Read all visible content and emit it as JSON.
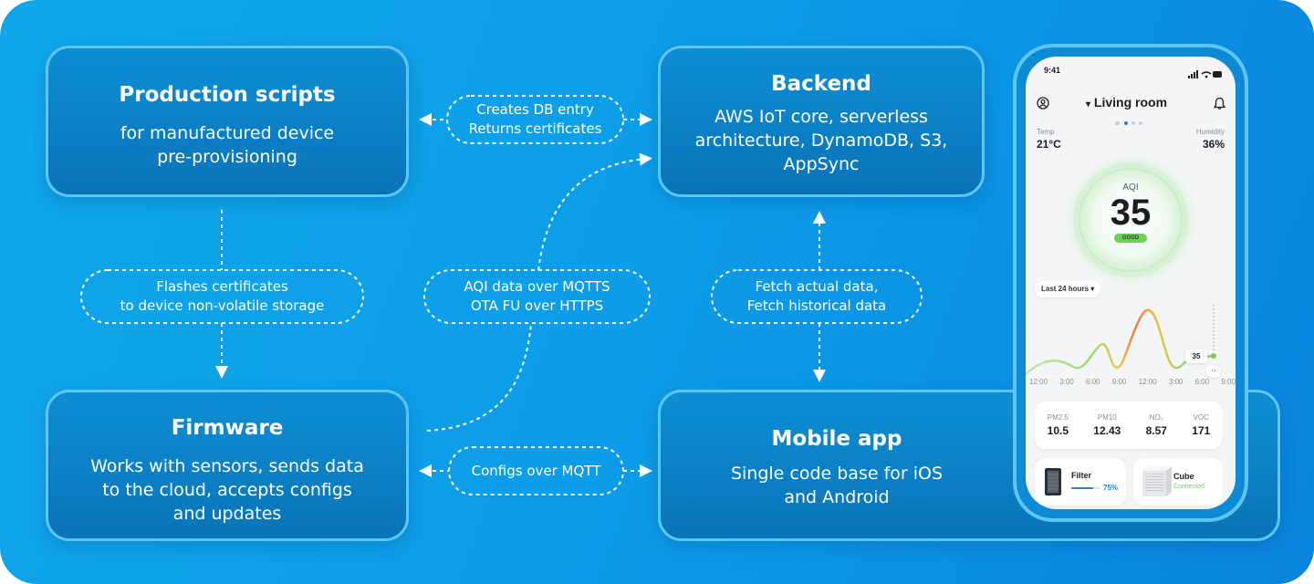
{
  "boxes": {
    "production": {
      "title": "Production scripts",
      "line1": "for manufactured device",
      "line2": "pre-provisioning"
    },
    "backend": {
      "title": "Backend",
      "line1": "AWS IoT core, serverless",
      "line2": "architecture, DynamoDB, S3,",
      "line3": "AppSync"
    },
    "firmware": {
      "title": "Firmware",
      "line1": "Works with sensors, sends data",
      "line2": "to the cloud, accepts configs",
      "line3": "and updates"
    },
    "mobile": {
      "title": "Mobile app",
      "line1": "Single code base for iOS",
      "line2": "and Android"
    }
  },
  "links": {
    "db": {
      "line1": "Creates DB entry",
      "line2": "Returns certificates"
    },
    "flash": {
      "line1": "Flashes certificates",
      "line2": "to device non-volatile storage"
    },
    "aqi": {
      "line1": "AQI data over MQTTS",
      "line2": "OTA FU over HTTPS"
    },
    "fetch": {
      "line1": "Fetch actual data,",
      "line2": "Fetch historical data"
    },
    "configs": {
      "line1": "Configs over MQTT"
    }
  },
  "phone": {
    "time": "9:41",
    "room": "Living room",
    "temp_label": "Temp",
    "temp_value": "21°C",
    "humidity_label": "Humidity",
    "humidity_value": "36%",
    "aqi_label": "AQI",
    "aqi_value": "35",
    "aqi_status": "GOOD",
    "range_label": "Last 24 hours",
    "chart_badge": "35",
    "time_ticks": [
      "12:00",
      "3:00",
      "6:00",
      "9:00",
      "12:00",
      "3:00",
      "6:00",
      "9:00"
    ],
    "metrics": [
      {
        "label": "PM2.5",
        "value": "10.5"
      },
      {
        "label": "PM10",
        "value": "12.43"
      },
      {
        "label": "NO₂",
        "value": "8.57"
      },
      {
        "label": "VOC",
        "value": "171"
      }
    ],
    "filter": {
      "label": "Filter",
      "percent": "75%",
      "level": 0.75
    },
    "cube": {
      "label": "Cube",
      "status": "Connected"
    },
    "colors": {
      "good": "#6fcf5a",
      "accent": "#2a7fd6",
      "chart_hot": "#f07a3a"
    }
  }
}
